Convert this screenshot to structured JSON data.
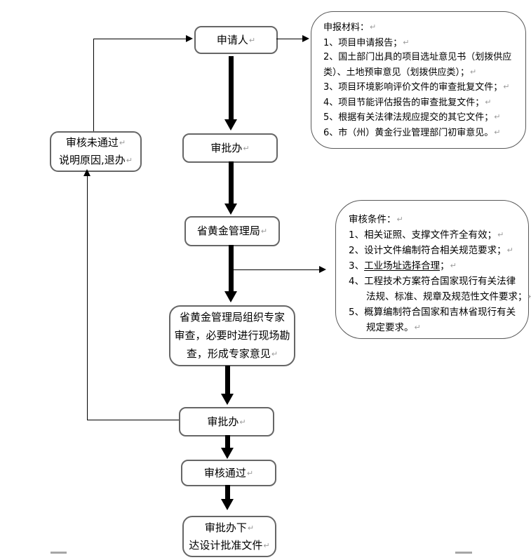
{
  "marks": {
    "return_mark": "↵"
  },
  "colors": {
    "box_border": "#666666",
    "bubble_border": "#595959",
    "arrow": "#000000",
    "return_mark": "#9b9b9b",
    "bottom_dash": "#a6a6a6"
  },
  "flow": {
    "applicant": {
      "lines": [
        {
          "text": "申请人",
          "mark": true
        }
      ]
    },
    "approval_office_1": {
      "lines": [
        {
          "text": "审批办",
          "mark": true
        }
      ]
    },
    "gold_bureau": {
      "lines": [
        {
          "text": "省黄金管理局",
          "mark": true
        }
      ]
    },
    "expert_review": {
      "lines": [
        {
          "text": "省黄金管理局组织专家"
        },
        {
          "text": "审查，必要时进行现场勘"
        },
        {
          "text": "查，形成专家意见",
          "mark": true
        }
      ]
    },
    "approval_office_2": {
      "lines": [
        {
          "text": "审批办",
          "mark": true
        }
      ]
    },
    "review_passed": {
      "lines": [
        {
          "text": "审核通过",
          "mark": true
        }
      ]
    },
    "issue_document": {
      "lines": [
        {
          "text": "审批办下",
          "mark": true
        },
        {
          "text": "达设计批准文件",
          "mark": true
        }
      ]
    },
    "review_failed": {
      "lines": [
        {
          "text": "审核未通过",
          "mark": true
        },
        {
          "text": "说明原因,退办",
          "mark": true
        }
      ]
    }
  },
  "callouts": {
    "materials": {
      "lines": [
        {
          "text": "申报材料：",
          "mark": true
        },
        {
          "text": "1、项目申请报告；",
          "mark": true
        },
        {
          "text": "2、国土部门出具的项目选址意见书（划拨供应"
        },
        {
          "text": "类）、土地预审意见（划拨供应类）；",
          "mark": true
        },
        {
          "text": "3、项目环境影响评价文件的审查批复文件；",
          "mark": true
        },
        {
          "text": "4、项目节能评估报告的审查批复文件；",
          "mark": true
        },
        {
          "text": "5、根据有关法律法规应提交的其它文件；",
          "mark": true
        },
        {
          "text": "6、市（州）黄金行业管理部门初审意见。",
          "mark": true
        }
      ]
    },
    "conditions": {
      "lines": [
        {
          "text": "审核条件：",
          "mark": true
        },
        {
          "text": "1、相关证照、支撑文件齐全有效；",
          "mark": true
        },
        {
          "text": "2、设计文件编制符合相关规范要求；",
          "mark": true
        },
        {
          "prefix": "3、",
          "underline": "工业场址选择合理",
          "suffix": "；",
          "mark": true
        },
        {
          "text": "4、工程技术方案符合国家现行有关法律"
        },
        {
          "text": "法规、标准、规章及规范性文件要求；",
          "mark": true,
          "indent": true
        },
        {
          "text": "5、概算编制符合国家和吉林省现行有关"
        },
        {
          "text": "规定要求。",
          "mark": true,
          "indent": true
        }
      ]
    }
  }
}
